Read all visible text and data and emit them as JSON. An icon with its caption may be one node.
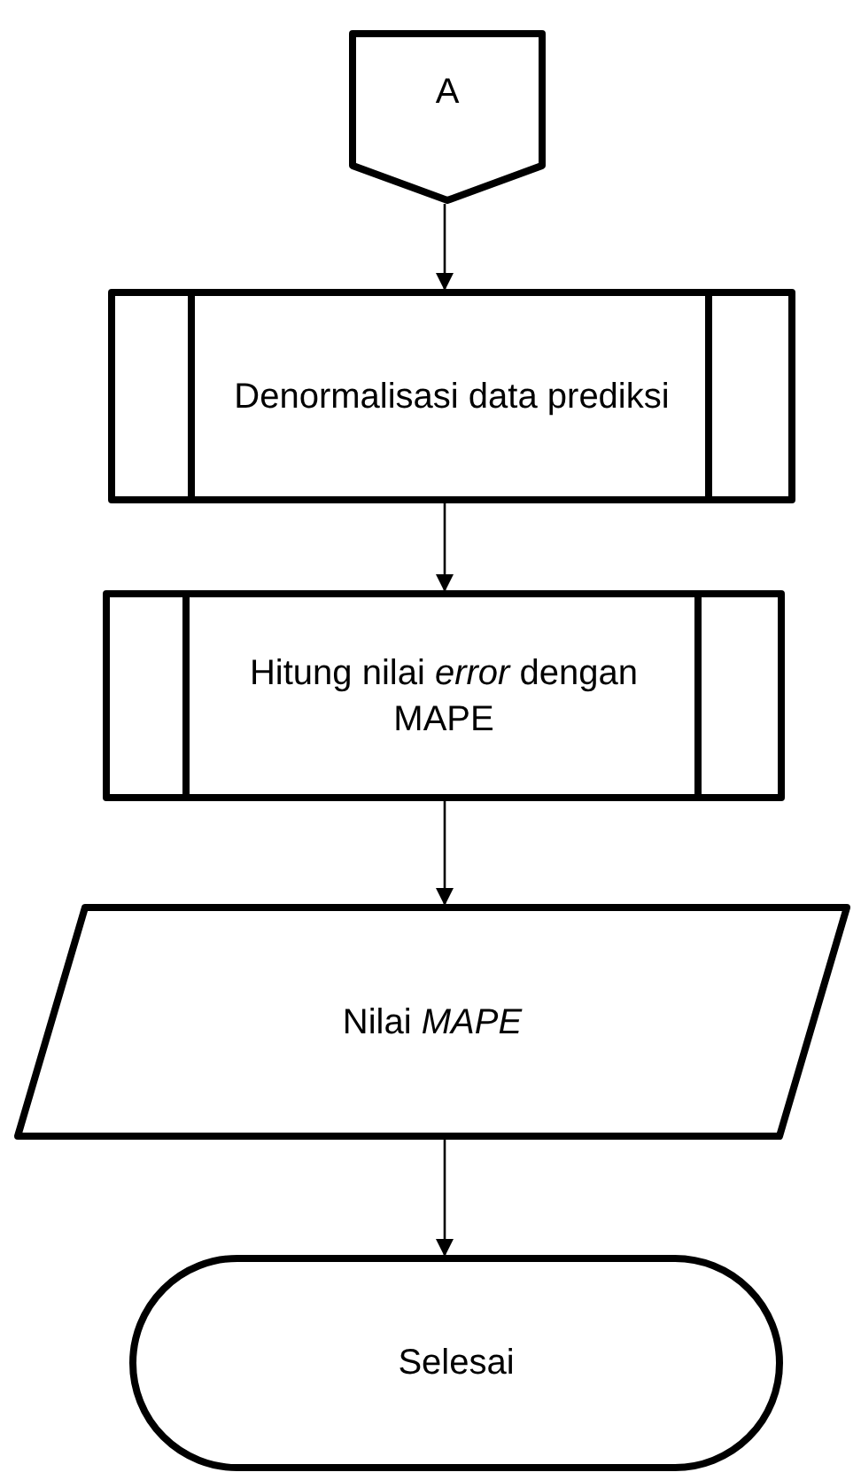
{
  "diagram": {
    "nodes": [
      {
        "text": [
          "A"
        ]
      },
      {
        "text": [
          "Denormalisasi data prediksi"
        ]
      },
      {
        "text": [
          "Hitung nilai *error* dengan MAPE"
        ]
      },
      {
        "text": [
          "Nilai *MAPE*"
        ]
      },
      {
        "text": [
          "Selesai"
        ]
      }
    ],
    "edges": [
      {
        "from": 0,
        "to": 1,
        "arrow": "to"
      },
      {
        "from": 1,
        "to": 2,
        "arrow": "to"
      },
      {
        "from": 2,
        "to": 3,
        "arrow": "to"
      },
      {
        "from": 3,
        "to": 4,
        "arrow": "to"
      }
    ]
  }
}
